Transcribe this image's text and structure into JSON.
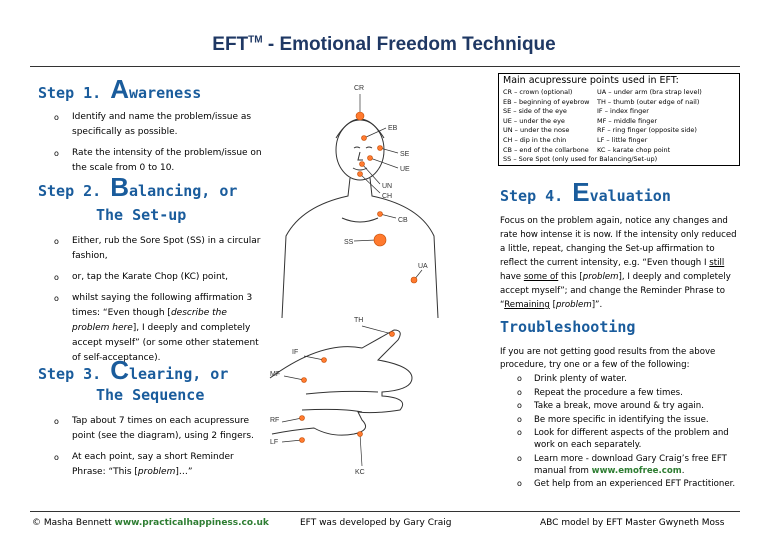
{
  "title": {
    "main": "EFT",
    "tm": "TM",
    "rest": " - Emotional Freedom Technique"
  },
  "step1": {
    "prefix": "Step 1.",
    "big": "A",
    "rest": "wareness",
    "bullets": [
      "Identify and name the problem/issue as specifically as possible.",
      "Rate the intensity of the problem/issue on the scale from 0 to 10."
    ]
  },
  "step2": {
    "prefix": "Step 2.",
    "big": "B",
    "rest": "alancing, or",
    "sub": "The Set-up",
    "bullets": [
      "Either, rub the Sore Spot (SS) in a circular fashion,",
      "or, tap the Karate Chop (KC) point,"
    ],
    "b3_pre": "whilst saying the following affirmation 3 times: “Even though [",
    "b3_em": "describe the problem here",
    "b3_post": "], I deeply and completely accept myself” (or some other statement of self-acceptance)."
  },
  "step3": {
    "prefix": "Step 3.",
    "big": "C",
    "rest": "learing, or",
    "sub": "The Sequence",
    "b1": "Tap about 7 times on each acupressure point (see the diagram), using 2 fingers.",
    "b2_pre": "At each point, say a short Reminder Phrase: “This [",
    "b2_em": "problem",
    "b2_post": "]…”"
  },
  "points": {
    "heading": "Main acupressure points used in EFT:",
    "rows": [
      [
        "CR – crown (optional)",
        "UA – under arm (bra strap level)"
      ],
      [
        "EB – beginning of eyebrow",
        "TH – thumb (outer edge of nail)"
      ],
      [
        "SE – side of the eye",
        "IF – index finger"
      ],
      [
        "UE – under the eye",
        "MF – middle finger"
      ],
      [
        "UN – under the nose",
        "RF – ring finger (opposite side)"
      ],
      [
        "CH – dip in the chin",
        "LF – little finger"
      ],
      [
        "CB – end of the collarbone",
        "KC – karate chop point"
      ]
    ],
    "last": "SS – Sore Spot (only used for Balancing/Set-up)"
  },
  "step4": {
    "prefix": "Step 4.",
    "big": "E",
    "rest": "valuation",
    "p1": "Focus on the problem again, notice any changes and rate how intense it is now. If the intensity only reduced a little, repeat, changing the Set-up affirmation to reflect the current intensity, e.g.",
    "q1": "“Even though I ",
    "q_still": "still",
    "q2": " have ",
    "q_some": "some of",
    "q3": " this [",
    "q_problem": "problem",
    "q4": "], I deeply and completely accept myself”; and change the Reminder Phrase to “",
    "q_remaining": "Remaining",
    "q5": " [",
    "q_problem2": "problem",
    "q6": "]”."
  },
  "trouble": {
    "heading": "Troubleshooting",
    "intro": "If you are not getting good results from the above procedure, try one or a few of the following:",
    "items": [
      "Drink plenty of water.",
      "Repeat the procedure a few times.",
      "Take a break, move around & try again.",
      "Be more specific in identifying the issue.",
      "Look for different aspects of the problem and work on each separately."
    ],
    "learn_pre": "Learn more - download Gary Craig’s free EFT manual from ",
    "learn_link": "www.emofree.com",
    "learn_post": ".",
    "last": "Get help from an experienced EFT Practitioner."
  },
  "footer": {
    "copy": "© Masha Bennett",
    "site": "www.practicalhappiness.co.uk",
    "mid": "EFT was developed by Gary Craig",
    "right": "ABC model by EFT Master Gwyneth Moss"
  },
  "diagram": {
    "labels": [
      "CR",
      "EB",
      "SE",
      "UE",
      "UN",
      "CH",
      "CB",
      "SS",
      "UA",
      "TH",
      "IF",
      "MF",
      "RF",
      "LF",
      "KC"
    ]
  }
}
